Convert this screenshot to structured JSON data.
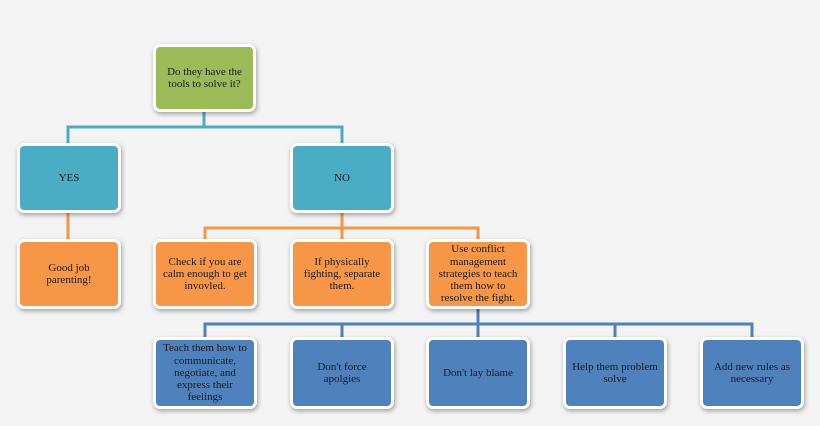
{
  "colors": {
    "background": "#f3f3f3",
    "root_fill": "#9bbb59",
    "level2_fill": "#4bacc6",
    "level3_fill": "#f79646",
    "level4_fill": "#4f81bd",
    "teal_line": "#4bacc6",
    "orange_line": "#f79646",
    "blue_line": "#4f81bd"
  },
  "root": {
    "text": "Do they have the tools to solve it?"
  },
  "answers": [
    {
      "text": "YES"
    },
    {
      "text": "NO"
    }
  ],
  "yes_branch": [
    {
      "text": "Good job parenting!"
    }
  ],
  "no_branch": [
    {
      "text": "Check if you are calm enough to get invovled."
    },
    {
      "text": "If physically fighting, separate them."
    },
    {
      "text": "Use conflict management strategies to teach them how to resolve the fight."
    }
  ],
  "strategies": [
    {
      "text": "Teach them how to communicate, negotiate, and express their feelings"
    },
    {
      "text": "Don't force apolgies"
    },
    {
      "text": "Don't lay blame"
    },
    {
      "text": "Help them problem solve"
    },
    {
      "text": "Add new rules as necessary"
    }
  ]
}
